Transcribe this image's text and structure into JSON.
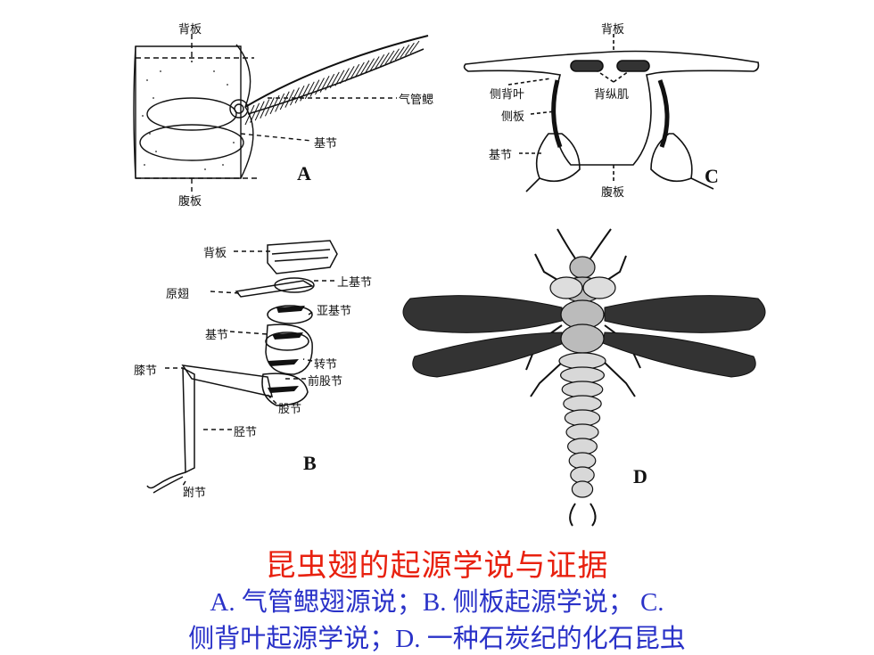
{
  "panelA": {
    "letter": "A",
    "labels": {
      "tergum": "背板",
      "gill": "气管鳃",
      "coxa": "基节",
      "sternum": "腹板"
    }
  },
  "panelB": {
    "letter": "B",
    "labels": {
      "tergum": "背板",
      "protowing": "原翅",
      "epicoxa": "上基节",
      "subcoxa": "亚基节",
      "coxa": "基节",
      "trochanter": "转节",
      "knee": "膝节",
      "prefemur": "前股节",
      "femur": "股节",
      "tibia": "胫节",
      "tarsus": "跗节"
    }
  },
  "panelC": {
    "letter": "C",
    "labels": {
      "tergum": "背板",
      "paranotum": "侧背叶",
      "dorsal_muscle": "背纵肌",
      "pleuron": "侧板",
      "coxa": "基节",
      "sternum": "腹板"
    }
  },
  "panelD": {
    "letter": "D"
  },
  "title": "昆虫翅的起源学说与证据",
  "caption_line1": "A. 气管鳃翅源说；B. 侧板起源学说； C.",
  "caption_line2": "侧背叶起源学说；D. 一种石炭纪的化石昆虫",
  "colors": {
    "title": "#e8210f",
    "caption": "#2a32c8",
    "ink": "#111111"
  }
}
